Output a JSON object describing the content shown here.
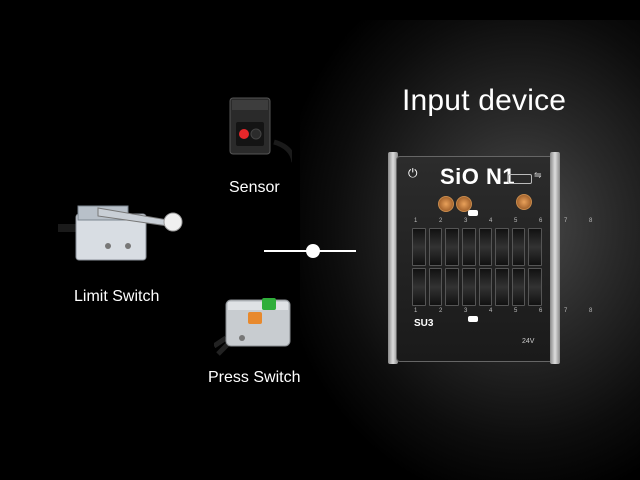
{
  "title": "Input device",
  "devices": {
    "sensor": "Sensor",
    "limit_switch": "Limit Switch",
    "press_switch": "Press Switch"
  },
  "board": {
    "brand": "SiO N1",
    "model": "SU3",
    "voltage": "24V",
    "pin_numbers": "1 2 3 4 5 6 7 8"
  },
  "colors": {
    "background": "#000000",
    "text": "#ffffff",
    "press_green": "#2fae3a",
    "press_orange": "#e8892d",
    "sensor_led": "#e8272a"
  }
}
